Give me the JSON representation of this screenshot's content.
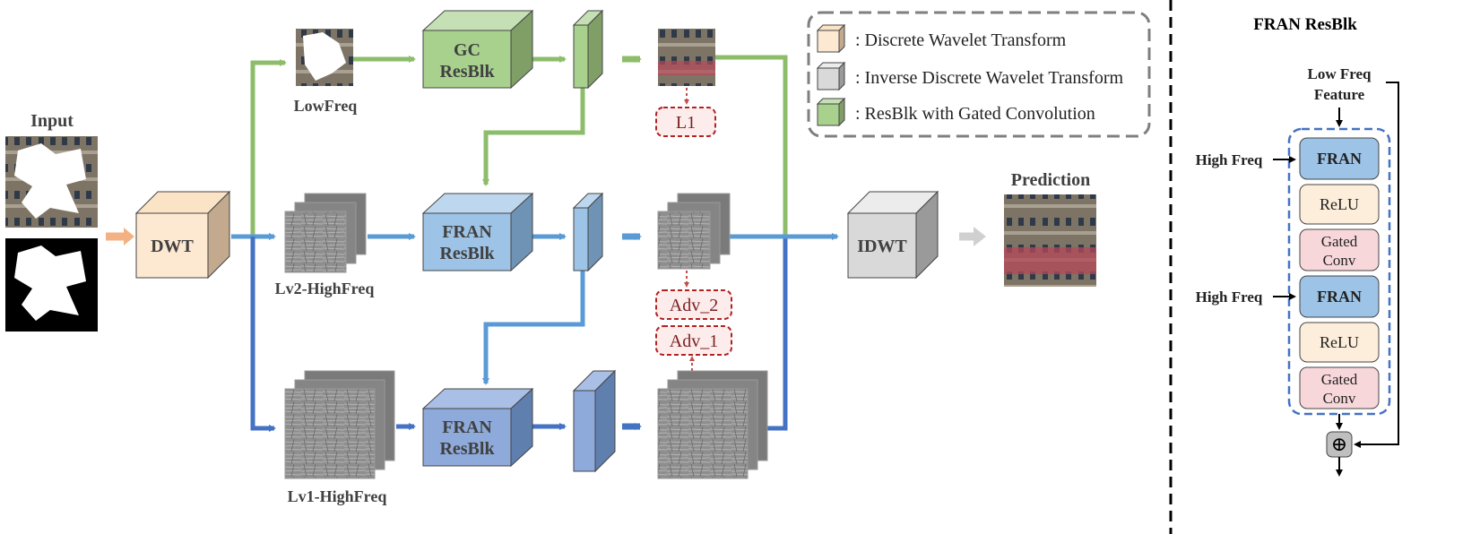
{
  "labels": {
    "input": "Input",
    "prediction": "Prediction",
    "lowfreq": "LowFreq",
    "lv2_highfreq": "Lv2-HighFreq",
    "lv1_highfreq": "Lv1-HighFreq"
  },
  "blocks": {
    "dwt": "DWT",
    "idwt": "IDWT",
    "gc_resblk": [
      "GC",
      "ResBlk"
    ],
    "fran_resblk": [
      "FRAN",
      "ResBlk"
    ]
  },
  "losses": {
    "l1": "L1",
    "adv_2": "Adv_2",
    "adv_1": "Adv_1"
  },
  "legend": {
    "dwt": ": Discrete Wavelet Transform",
    "idwt": ": Inverse Discrete Wavelet Transform",
    "gc": ": ResBlk with Gated Convolution"
  },
  "detail": {
    "title": "FRAN ResBlk",
    "low_freq_feature": [
      "Low Freq",
      "Feature"
    ],
    "high_freq_1": "High Freq",
    "high_freq_2": "High Freq",
    "fran_1": "FRAN",
    "relu_1": "ReLU",
    "gated_conv_1": [
      "Gated",
      "Conv"
    ],
    "fran_2": "FRAN",
    "relu_2": "ReLU",
    "gated_conv_2": [
      "Gated",
      "Conv"
    ],
    "sum_symbol": "⊕"
  },
  "colors": {
    "green_path": "#8dbd6b",
    "blue_path": "#5b9bd5",
    "dark_blue_path": "#4472c4",
    "dwt_fill": "#fde9d1",
    "idwt_fill": "#d9d9d9",
    "gc_fill": "#a9d18e",
    "fran_fill": "#9dc3e6",
    "relu_fill": "#fdeedb",
    "gated_fill": "#f8d7da",
    "loss_border": "#b22222"
  }
}
